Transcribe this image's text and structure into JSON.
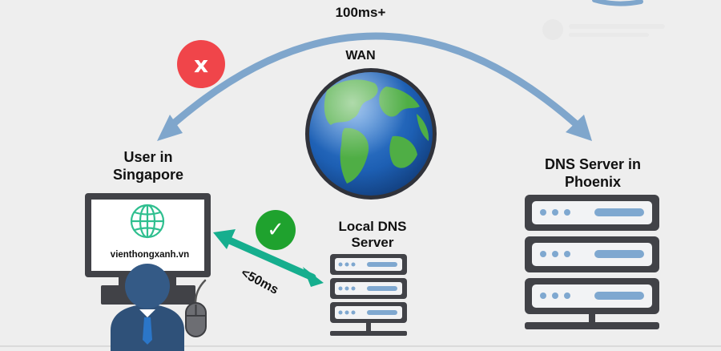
{
  "labels": {
    "wan_latency": "100ms+",
    "wan": "WAN",
    "user": "User in Singapore",
    "local_dns": "Local DNS Server",
    "remote_dns": "DNS Server in Phoenix",
    "local_latency": "<50ms",
    "website": "vienthongxanh.vn"
  },
  "badges": {
    "fail_icon": "x",
    "ok_icon": "✓"
  },
  "colors": {
    "panel": "#eeeeee",
    "long_arrow": "#7fa6cc",
    "short_arrow": "#16ae8e",
    "server": "#414247",
    "server_slot": "#7fa8d0",
    "fail": "#f0454a",
    "ok": "#1fa22e",
    "user_body": "#2f5179",
    "user_head": "#345a86",
    "globe_accent": "#2fbf8f"
  },
  "icons": [
    "globe-icon",
    "monitor-icon",
    "user-icon",
    "mouse-icon",
    "server-icon",
    "web-globe-icon"
  ]
}
